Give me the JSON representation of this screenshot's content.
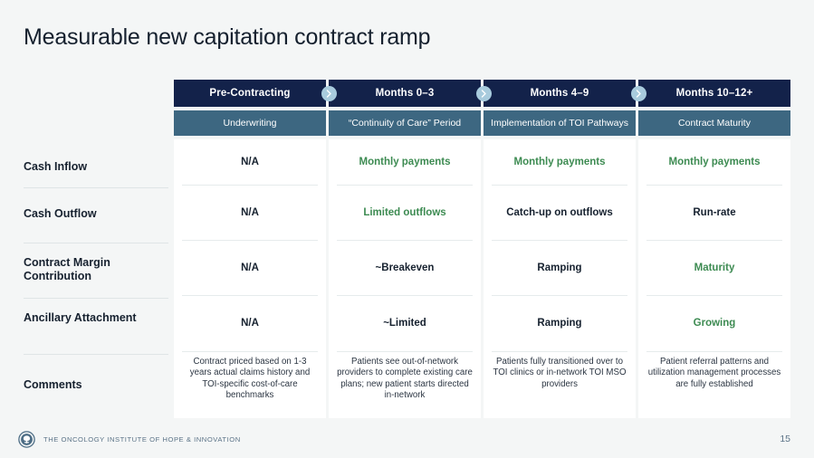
{
  "slide": {
    "title": "Measurable new capitation contract ramp",
    "page_number": "15"
  },
  "colors": {
    "header_navy": "#13224a",
    "subheader_steel": "#3d6781",
    "highlight_green": "#3d8b52",
    "chevron_blue": "#a8cbdd",
    "background": "#f4f6f6"
  },
  "columns": [
    {
      "phase": "Pre-Contracting",
      "stage": "Underwriting"
    },
    {
      "phase": "Months 0–3",
      "stage": "“Continuity of Care” Period"
    },
    {
      "phase": "Months 4–9",
      "stage": "Implementation\nof TOI Pathways"
    },
    {
      "phase": "Months 10–12+",
      "stage": "Contract Maturity"
    }
  ],
  "rows": [
    {
      "label": "Cash Inflow"
    },
    {
      "label": "Cash Outflow"
    },
    {
      "label": "Contract Margin\nContribution"
    },
    {
      "label": "Ancillary\nAttachment"
    },
    {
      "label": "Comments"
    }
  ],
  "cells": {
    "c1": {
      "cash_inflow": "N/A",
      "cash_outflow": "N/A",
      "contract_margin": "N/A",
      "ancillary": "N/A",
      "comments": "Contract priced based on 1-3 years actual claims history and TOI-specific cost-of-care benchmarks"
    },
    "c2": {
      "cash_inflow": "Monthly payments",
      "cash_outflow": "Limited outflows",
      "contract_margin": "~Breakeven",
      "ancillary": "~Limited",
      "comments": "Patients see out-of-network providers to complete existing care plans; new patient starts directed in-network"
    },
    "c3": {
      "cash_inflow": "Monthly payments",
      "cash_outflow": "Catch-up on outflows",
      "contract_margin": "Ramping",
      "ancillary": "Ramping",
      "comments": "Patients fully transitioned over to TOI clinics or in-network TOI MSO providers"
    },
    "c4": {
      "cash_inflow": "Monthly payments",
      "cash_outflow": "Run-rate",
      "contract_margin": "Maturity",
      "ancillary": "Growing",
      "comments": "Patient referral patterns and utilization management processes are fully established"
    }
  },
  "footer": {
    "brand": "THE ONCOLOGY INSTITUTE OF HOPE & INNOVATION"
  }
}
